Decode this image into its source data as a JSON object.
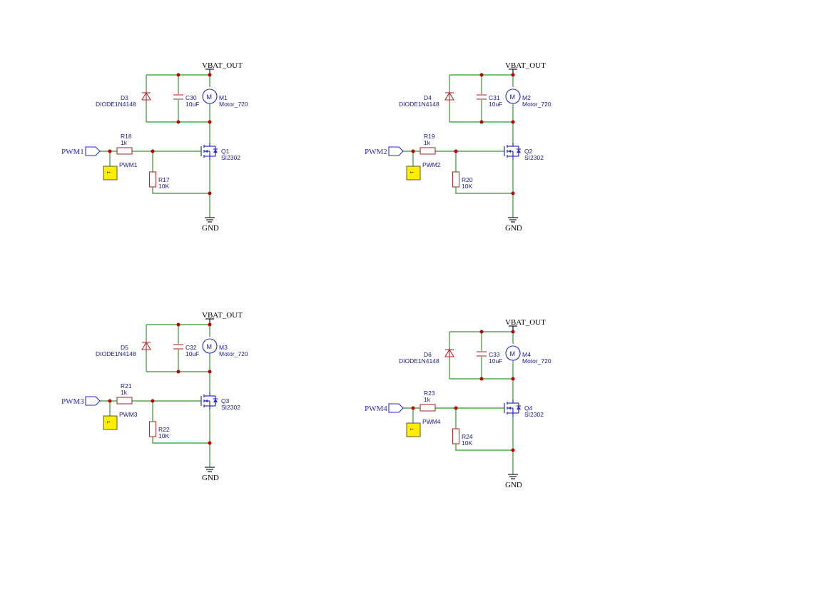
{
  "channels": [
    {
      "power_label": "VBAT_OUT",
      "ground_label": "GND",
      "port_label": "PWM1",
      "testpoint_label": "PWM1",
      "testpoint_pin": "1",
      "diode": {
        "ref": "D3",
        "value": "DIODE1N4148"
      },
      "capacitor": {
        "ref": "C30",
        "value": "10uF"
      },
      "motor": {
        "ref": "M1",
        "value": "Motor_720",
        "symbol": "M"
      },
      "series_resistor": {
        "ref": "R18",
        "value": "1k"
      },
      "pulldown_resistor": {
        "ref": "R17",
        "value": "10K"
      },
      "mosfet": {
        "ref": "Q1",
        "value": "SI2302"
      }
    },
    {
      "power_label": "VBAT_OUT",
      "ground_label": "GND",
      "port_label": "PWM2",
      "testpoint_label": "PWM2",
      "testpoint_pin": "1",
      "diode": {
        "ref": "D4",
        "value": "DIODE1N4148"
      },
      "capacitor": {
        "ref": "C31",
        "value": "10uF"
      },
      "motor": {
        "ref": "M2",
        "value": "Motor_720",
        "symbol": "M"
      },
      "series_resistor": {
        "ref": "R19",
        "value": "1k"
      },
      "pulldown_resistor": {
        "ref": "R20",
        "value": "10K"
      },
      "mosfet": {
        "ref": "Q2",
        "value": "SI2302"
      }
    },
    {
      "power_label": "VBAT_OUT",
      "ground_label": "GND",
      "port_label": "PWM3",
      "testpoint_label": "PWM3",
      "testpoint_pin": "1",
      "diode": {
        "ref": "D5",
        "value": "DIODE1N4148"
      },
      "capacitor": {
        "ref": "C32",
        "value": "10uF"
      },
      "motor": {
        "ref": "M3",
        "value": "Motor_720",
        "symbol": "M"
      },
      "series_resistor": {
        "ref": "R21",
        "value": "1k"
      },
      "pulldown_resistor": {
        "ref": "R22",
        "value": "10K"
      },
      "mosfet": {
        "ref": "Q3",
        "value": "SI2302"
      }
    },
    {
      "power_label": "VBAT_OUT",
      "ground_label": "GND",
      "port_label": "PWM4",
      "testpoint_label": "PWM4",
      "testpoint_pin": "1",
      "diode": {
        "ref": "D6",
        "value": "DIODE1N4148"
      },
      "capacitor": {
        "ref": "C33",
        "value": "10uF"
      },
      "motor": {
        "ref": "M4",
        "value": "Motor_720",
        "symbol": "M"
      },
      "series_resistor": {
        "ref": "R23",
        "value": "1k"
      },
      "pulldown_resistor": {
        "ref": "R24",
        "value": "10K"
      },
      "mosfet": {
        "ref": "Q4",
        "value": "SI2302"
      }
    }
  ]
}
